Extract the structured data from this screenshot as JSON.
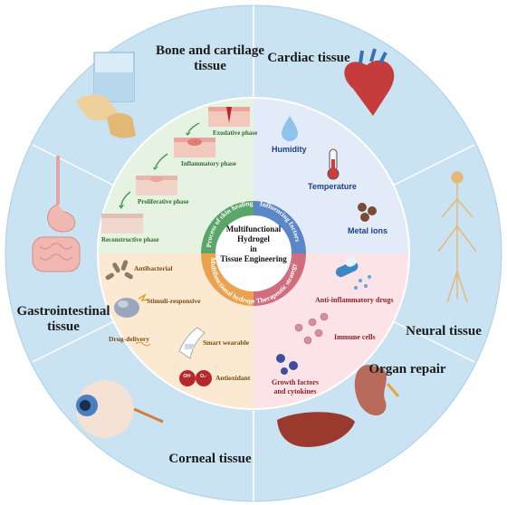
{
  "center": {
    "line1": "Multifunctional",
    "line2": "Hydrogel",
    "line3": "in",
    "line4": "Tissue Engineering"
  },
  "quadrants": {
    "skin_healing": "Process of skin healing",
    "influencing": "Influencing factors",
    "multifunctional": "Multifunctional hydrogel",
    "therapeutic": "Therapeutic strategy"
  },
  "skin_phases": {
    "exudative": "Exudative phase",
    "inflammatory": "Inflammatory phase",
    "proliferative": "Proliferative phase",
    "reconstructive": "Reconstructive phase"
  },
  "factors": {
    "humidity": "Humidity",
    "temperature": "Temperature",
    "metal_ions": "Metal ions"
  },
  "functions": {
    "antibacterial": "Antibacterial",
    "stimuli": "Stimuli-responsive",
    "drug": "Drug-delivery",
    "wearable": "Smart wearable",
    "antioxidant": "Antioxidant",
    "oh": "OH·",
    "o2": "O₂·"
  },
  "therapies": {
    "anti_inflammatory": "Anti-inflammatory drugs",
    "immune": "Immune cells",
    "growth1": "Growth factors",
    "growth2": "and cytokines"
  },
  "tissues": {
    "bone1": "Bone and cartilage",
    "bone2": "tissue",
    "cardiac": "Cardiac tissue",
    "neural": "Neural tissue",
    "organ": "Organ repair",
    "corneal": "Corneal tissue",
    "gastro1": "Gastrointestinal",
    "gastro2": "tissue"
  },
  "colors": {
    "outer": "#c9e3f3",
    "skin": "#e6f3e2",
    "factors": "#e4ebf8",
    "multi": "#fbe9d2",
    "therapy": "#fbe3e8",
    "ring_green": "#5aa56a",
    "ring_blue": "#5b86c8",
    "ring_orange": "#eba24c",
    "ring_pink": "#d06e7f"
  }
}
